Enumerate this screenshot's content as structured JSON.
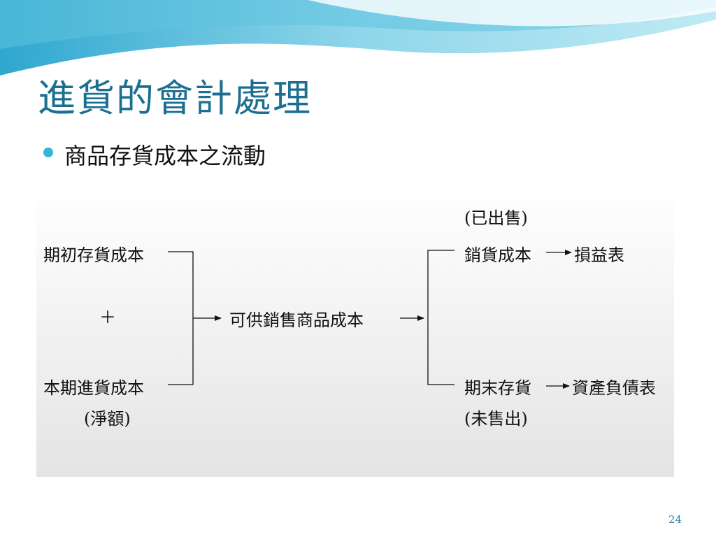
{
  "slide": {
    "title": "進貨的會計處理",
    "bullet": "商品存貨成本之流動",
    "page_number": "24"
  },
  "diagram": {
    "sold_note": "(已出售)",
    "opening_inventory": "期初存貨成本",
    "plus_sign": "＋",
    "purchases": "本期進貨成本",
    "net_note": "(淨額)",
    "goods_available": "可供銷售商品成本",
    "cost_of_goods_sold": "銷貨成本",
    "income_statement": "損益表",
    "ending_inventory": "期末存貨",
    "balance_sheet": "資產負債表",
    "unsold_note": "(未售出)"
  },
  "colors": {
    "title": "#1d6f91",
    "bullet": "#35b6d6",
    "wave_light": "#c8ecf5",
    "wave_dark": "#4cbcd9"
  }
}
